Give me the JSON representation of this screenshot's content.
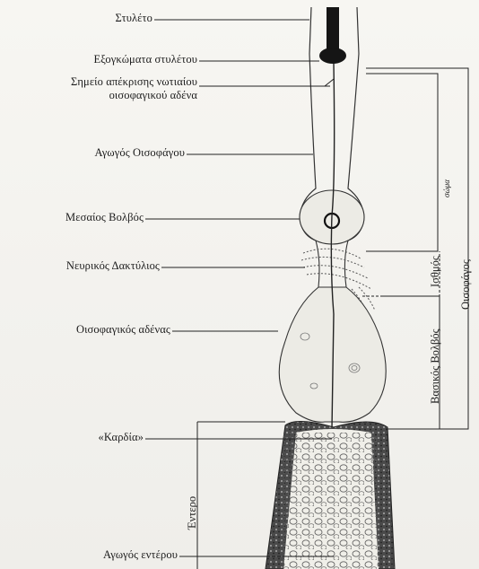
{
  "diagram": {
    "labels": {
      "stylet": "Στυλέτο",
      "stylet_knobs": "Εξογκώματα στυλέτου",
      "dorsal_gland_outlet_line1": "Σημείο απέκρισης νωτιαίου",
      "dorsal_gland_outlet_line2": "οισοφαγικού αδένα",
      "esophageal_lumen": "Αγωγός Οισοφάγου",
      "median_bulb": "Μεσαίος Βολβός",
      "nerve_ring": "Νευρικός Δακτύλιος",
      "esophageal_gland": "Οισοφαγικός αδένας",
      "cardia": "«Καρδία»",
      "intestine_lumen": "Αγωγός εντέρου",
      "corpus": "σώμα",
      "isthmus": "Ισθμός",
      "basal_bulb": "Βασικός Βολβός",
      "esophagus": "Οισοφάγος",
      "intestine": "Έντερο"
    },
    "colors": {
      "ink": "#1c1c1c",
      "paper": "#f4f3ef",
      "intestine_dark": "#3a3a3a"
    }
  }
}
